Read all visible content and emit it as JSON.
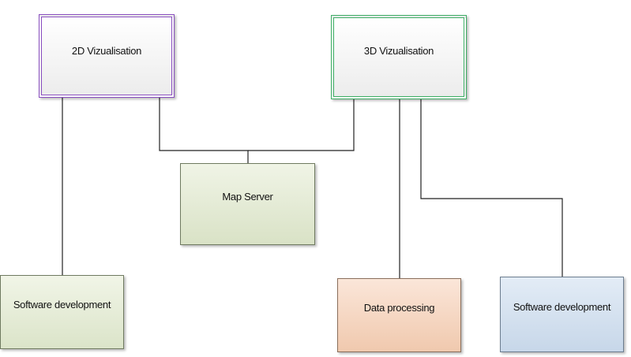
{
  "nodes": {
    "vis_2d": "2D Vizualisation",
    "vis_3d": "3D Vizualisation",
    "map_server": "Map Server",
    "software_dev_left": "Software development",
    "data_processing": "Data processing",
    "software_dev_right": "Software development"
  },
  "colors": {
    "vis_2d_border": "#8a4fc0",
    "vis_3d_border": "#3fae66",
    "map_server_fill": "#d9e2c6",
    "software_dev_left_fill": "#dbe4c9",
    "data_processing_fill": "#f0c9ae",
    "software_dev_right_fill": "#c7d7e9",
    "connector": "#222222"
  },
  "connections": [
    {
      "from": "2D Vizualisation",
      "to": "Software development"
    },
    {
      "from": "2D Vizualisation",
      "to": "Map Server"
    },
    {
      "from": "3D Vizualisation",
      "to": "Map Server"
    },
    {
      "from": "3D Vizualisation",
      "to": "Data processing"
    },
    {
      "from": "3D Vizualisation",
      "to": "Software development"
    }
  ]
}
